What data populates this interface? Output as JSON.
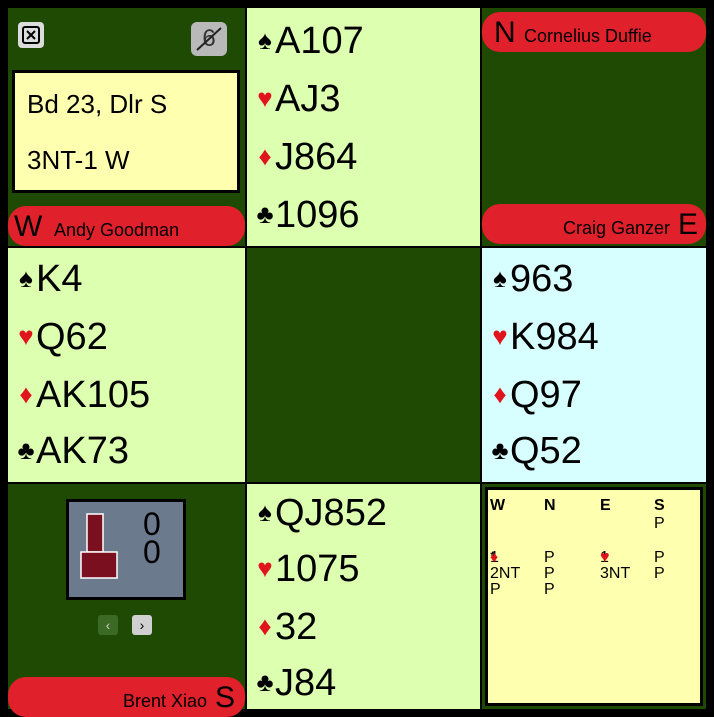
{
  "header": {
    "board_line": "Bd 23, Dlr S",
    "result_line": "3NT-1 W",
    "close_icon": "close-icon",
    "undo_icon": "undo-counter-icon",
    "undo_label": "6"
  },
  "players": {
    "north": {
      "dir": "N",
      "name": "Cornelius Duffie"
    },
    "west": {
      "dir": "W",
      "name": "Andy Goodman"
    },
    "east": {
      "dir": "E",
      "name": "Craig Ganzer"
    },
    "south": {
      "dir": "S",
      "name": "Brent Xiao"
    }
  },
  "suits": {
    "spades": "♠",
    "hearts": "♥",
    "diamonds": "♦",
    "clubs": "♣"
  },
  "colors": {
    "felt": "#1f4a04",
    "pale_green": "#dcffb0",
    "pale_cyan": "#d8ffff",
    "pill_red": "#e0202a",
    "card_red": "#e0141c",
    "info_yellow": "#ffffb0"
  },
  "hands": {
    "north": {
      "spades": "A107",
      "hearts": "AJ3",
      "diamonds": "J864",
      "clubs": "1096"
    },
    "west": {
      "spades": "K4",
      "hearts": "Q62",
      "diamonds": "AK105",
      "clubs": "AK73"
    },
    "east": {
      "spades": "963",
      "hearts": "K984",
      "diamonds": "Q97",
      "clubs": "Q52"
    },
    "south": {
      "spades": "QJ852",
      "hearts": "1075",
      "diamonds": "32",
      "clubs": "J84"
    }
  },
  "score": {
    "top": "0",
    "bottom": "0"
  },
  "nav": {
    "prev": "‹",
    "next": "›"
  },
  "auction": {
    "headers": [
      "W",
      "N",
      "E",
      "S"
    ],
    "calls": {
      "r0_s": "P",
      "r1_w": "1",
      "r1_w_suit": "♦",
      "r1_w_alert": "*",
      "r1_n": "P",
      "r1_e": "1",
      "r1_e_suit": "♥",
      "r1_s": "P",
      "r2_w": "2NT",
      "r2_n": "P",
      "r2_e": "3NT",
      "r2_s": "P",
      "r3_w": "P",
      "r3_n": "P"
    }
  }
}
